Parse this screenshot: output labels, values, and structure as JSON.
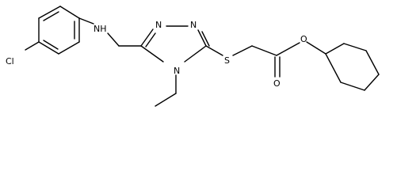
{
  "atoms": {
    "chlorine": "Cl",
    "amine_nh": "NH",
    "triazole_n1": "N",
    "triazole_n2": "N",
    "triazole_n4": "N",
    "thioether_s": "S",
    "ester_o": "O",
    "carbonyl_o": "O"
  }
}
